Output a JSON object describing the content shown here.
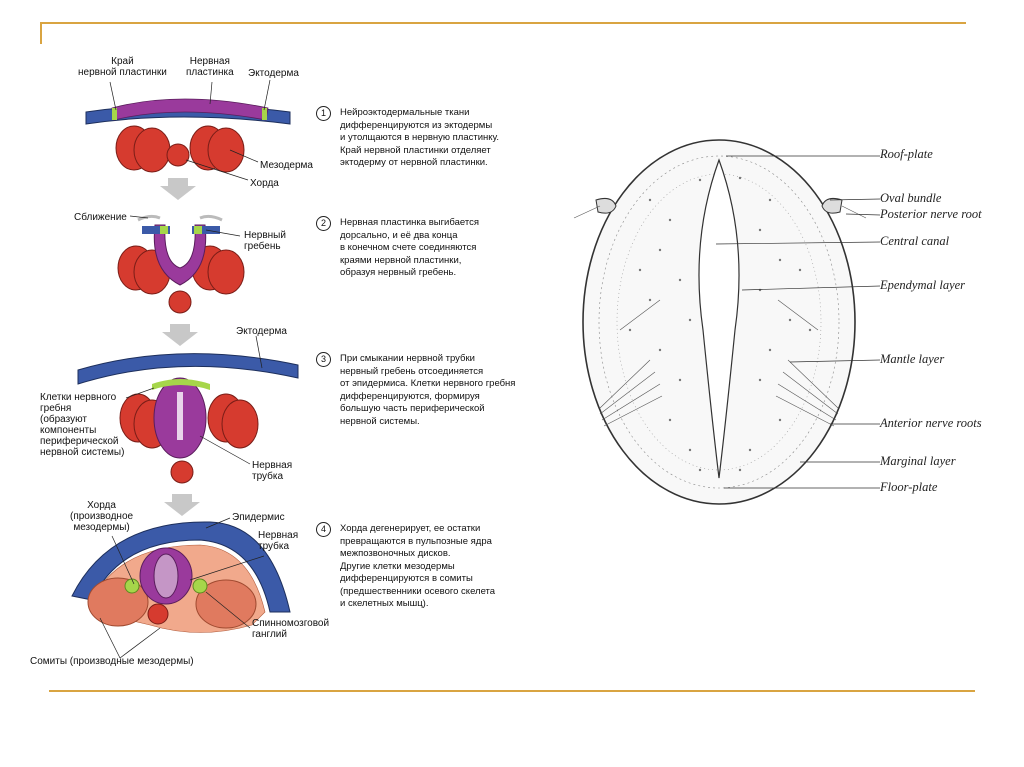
{
  "colors": {
    "rule": "#d9a441",
    "ectoderm": "#3b5aa8",
    "neural": "#9a3a9c",
    "crest": "#a6d64a",
    "mesoderm": "#d63b2f",
    "somite": "#e07a5f"
  },
  "left_labels": {
    "plate_edge": [
      "Край",
      "нервной пластинки"
    ],
    "neural_plate": [
      "Нервная",
      "пластинка"
    ],
    "ectoderm_1": "Эктодерма",
    "mesoderm": "Мезодерма",
    "chorda_1": "Хорда",
    "convergence": "Сближение",
    "neural_crest": [
      "Нервный",
      "гребень"
    ],
    "ectoderm_3": "Эктодерма",
    "crest_cells": [
      "Клетки нервного",
      "гребня",
      "(образуют",
      "компоненты",
      "периферической",
      "нервной системы)"
    ],
    "neural_tube_3": [
      "Нервная",
      "трубка"
    ],
    "chorda_4": [
      "Хорда",
      "(производное",
      "мезодермы)"
    ],
    "epidermis": "Эпидермис",
    "neural_tube_4": [
      "Нервная",
      "трубка"
    ],
    "spinal_ganglion": [
      "Спинномозговой",
      "ганглий"
    ],
    "somites": "Сомиты (производные мезодермы)"
  },
  "steps": [
    {
      "num": "1",
      "lines": [
        "Нейроэктодермальные ткани",
        "дифференцируются из эктодермы",
        "и утолщаются в нервную пластинку.",
        "Край нервной пластинки отделяет",
        "эктодерму от нервной пластинки."
      ]
    },
    {
      "num": "2",
      "lines": [
        "Нервная пластинка выгибается",
        "дорсально, и её два конца",
        "в конечном счете соединяются",
        "краями нервной пластинки,",
        "образуя нервный гребень."
      ]
    },
    {
      "num": "3",
      "lines": [
        "При смыкании нервной трубки",
        "нервный гребень отсоединяется",
        "от эпидермиса. Клетки нервного гребня",
        "дифференцируются, формируя",
        "большую часть периферической",
        "нервной системы."
      ]
    },
    {
      "num": "4",
      "lines": [
        "Хорда дегенерирует, ее остатки",
        "превращаются в пульпозные ядра",
        "межпозвоночных дисков.",
        "Другие клетки мезодермы",
        "дифференцируются в сомиты",
        "(предшественники осевого скелета",
        "и скелетных мышц)."
      ]
    }
  ],
  "right_labels": {
    "roof_plate": "Roof-plate",
    "oval_bundle": "Oval bundle",
    "posterior_root": "Posterior nerve root",
    "central_canal": "Central canal",
    "ependymal": "Ependymal layer",
    "mantle": "Mantle layer",
    "anterior_roots": "Anterior nerve roots",
    "marginal": "Marginal layer",
    "floor_plate": "Floor-plate"
  }
}
